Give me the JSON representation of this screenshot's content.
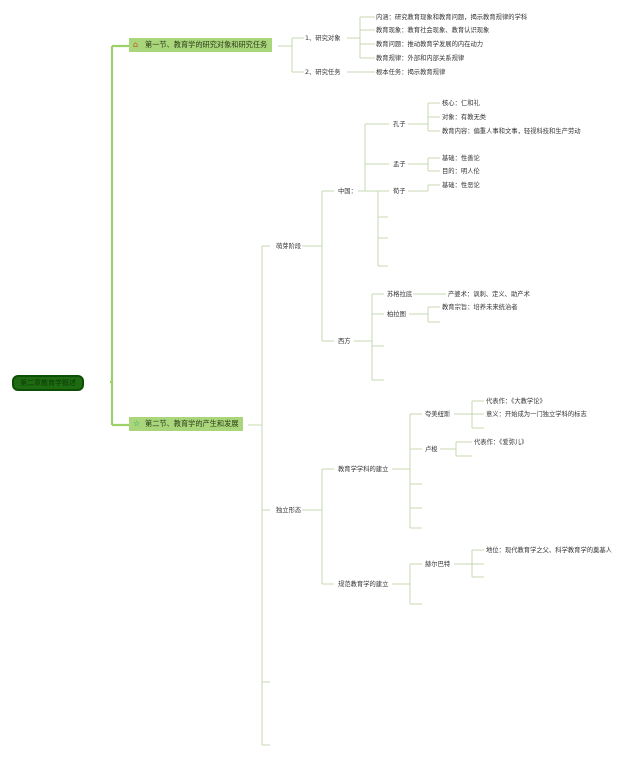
{
  "root": {
    "label": "第二章教育学概述"
  },
  "section1": {
    "icon": "home-icon",
    "title": "第一节、教育学的研究对象和研究任务",
    "research_object": {
      "label": "1、研究对象",
      "items": [
        "内涵：研究教育现象和教育问题，揭示教育规律的学科",
        "教育现象：教育社会现象、教育认识现象",
        "教育问题：推动教育学发展的内在动力",
        "教育规律：外部和内部关系规律"
      ]
    },
    "research_task": {
      "label": "2、研究任务",
      "items": [
        "根本任务：揭示教育规律"
      ]
    }
  },
  "section2": {
    "icon": "star-icon",
    "title": "第二节、教育学的产生和发展",
    "sprout": {
      "label": "萌芽阶段",
      "china": {
        "label": "中国：",
        "kongzi": {
          "label": "孔子",
          "items": [
            "核心：仁和礼",
            "对象：有教无类",
            "教育内容：偏重人事和文事，轻视科技和生产劳动"
          ]
        },
        "mengzi": {
          "label": "孟子",
          "items": [
            "基础：性善论",
            "目的：明人伦"
          ]
        },
        "xunzi": {
          "label": "荀子",
          "items": [
            "基础：性恶论"
          ]
        }
      },
      "west": {
        "label": "西方",
        "socrates": {
          "label": "苏格拉底",
          "items": [
            "产婆术：讽刺、定义、助产术"
          ]
        },
        "plato": {
          "label": "柏拉图",
          "items": [
            "教育宗旨：培养未来统治者"
          ]
        }
      }
    },
    "independent": {
      "label": "独立形态",
      "discipline": {
        "label": "教育学学科的建立",
        "comenius": {
          "label": "夸美纽斯",
          "items": [
            "代表作：《大教学论》",
            "意义：开始成为一门独立学科的标志"
          ]
        },
        "rousseau": {
          "label": "卢梭",
          "items": [
            "代表作：《爱弥儿》"
          ]
        }
      },
      "normative": {
        "label": "规范教育学的建立",
        "herbart": {
          "label": "赫尔巴特",
          "items": [
            "地位：现代教育学之父、科学教育学的奠基人"
          ]
        }
      }
    }
  }
}
